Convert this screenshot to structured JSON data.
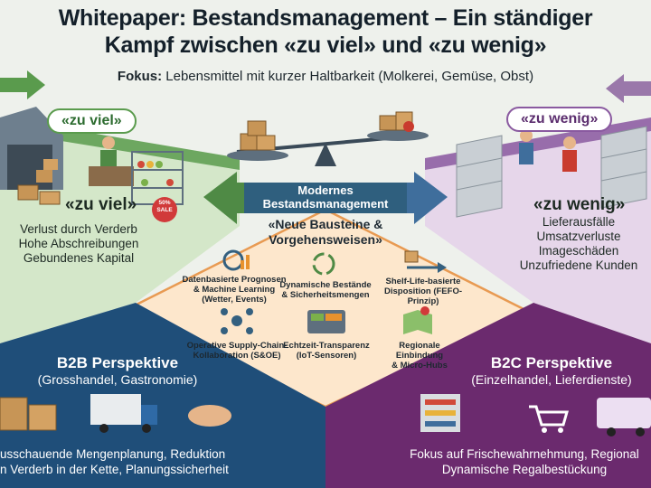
{
  "header": {
    "title_line1": "Whitepaper: Bestandsmanagement – Ein ständiger",
    "title_line2": "Kampf zwischen «zu viel» und «zu wenig»",
    "subtitle_label": "Fokus:",
    "subtitle_text": "Lebensmittel mit kurzer Haltbarkeit (Molkerei, Gemüse, Obst)"
  },
  "left": {
    "pill": "«zu viel»",
    "heading": "«zu viel»",
    "items": [
      "Verlust durch Verderb",
      "Hohe Abschreibungen",
      "Gebundenes Kapital"
    ],
    "sale_tag": "50% SALE"
  },
  "right": {
    "pill": "«zu wenig»",
    "heading": "«zu wenig»",
    "items": [
      "Lieferausfälle",
      "Umsatzverluste",
      "Imageschäden",
      "Unzufriedene Kunden"
    ]
  },
  "center": {
    "label_line1": "Modernes",
    "label_line2": "Bestandsmanagement",
    "new_title_line1": "«Neue Bausteine &",
    "new_title_line2": "Vorgehensweisen»",
    "features": [
      {
        "icon": "gear-chart-icon",
        "lines": [
          "Datenbasierte Prognosen",
          "& Machine Learning",
          "(Wetter, Events)"
        ]
      },
      {
        "icon": "cycle-arrows-icon",
        "lines": [
          "Dynamische Bestände",
          "& Sicherheitsmengen"
        ]
      },
      {
        "icon": "box-arrow-icon",
        "lines": [
          "Shelf-Life-basierte",
          "Disposition (FEFO-Prinzip)"
        ]
      },
      {
        "icon": "network-icon",
        "lines": [
          "Operative Supply-Chain-",
          "Kollaboration (S&OE)"
        ]
      },
      {
        "icon": "dashboard-icon",
        "lines": [
          "Echtzeit-Transparenz",
          "(IoT-Sensoren)"
        ]
      },
      {
        "icon": "map-pin-icon",
        "lines": [
          "Regionale Einbindung",
          "& Micro-Hubs"
        ]
      }
    ]
  },
  "b2b": {
    "heading": "B2B Perspektive",
    "sub": "(Grosshandel, Gastronomie)",
    "desc_line1": "usschauende Mengenplanung, Reduktion",
    "desc_line2": "n Verderb in der Kette, Planungssicherheit"
  },
  "b2c": {
    "heading": "B2C Perspektive",
    "sub": "(Einzelhandel, Lieferdienste)",
    "desc_line1": "Fokus auf Frischewahrnehmung, Regional",
    "desc_line2": "Dynamische Regalbestückung"
  },
  "colors": {
    "green": "#5a9b4d",
    "purple": "#8a5aa0",
    "blue_dark": "#1f4e79",
    "purple_dark": "#6b2a6e",
    "orange": "#f0a35a"
  }
}
